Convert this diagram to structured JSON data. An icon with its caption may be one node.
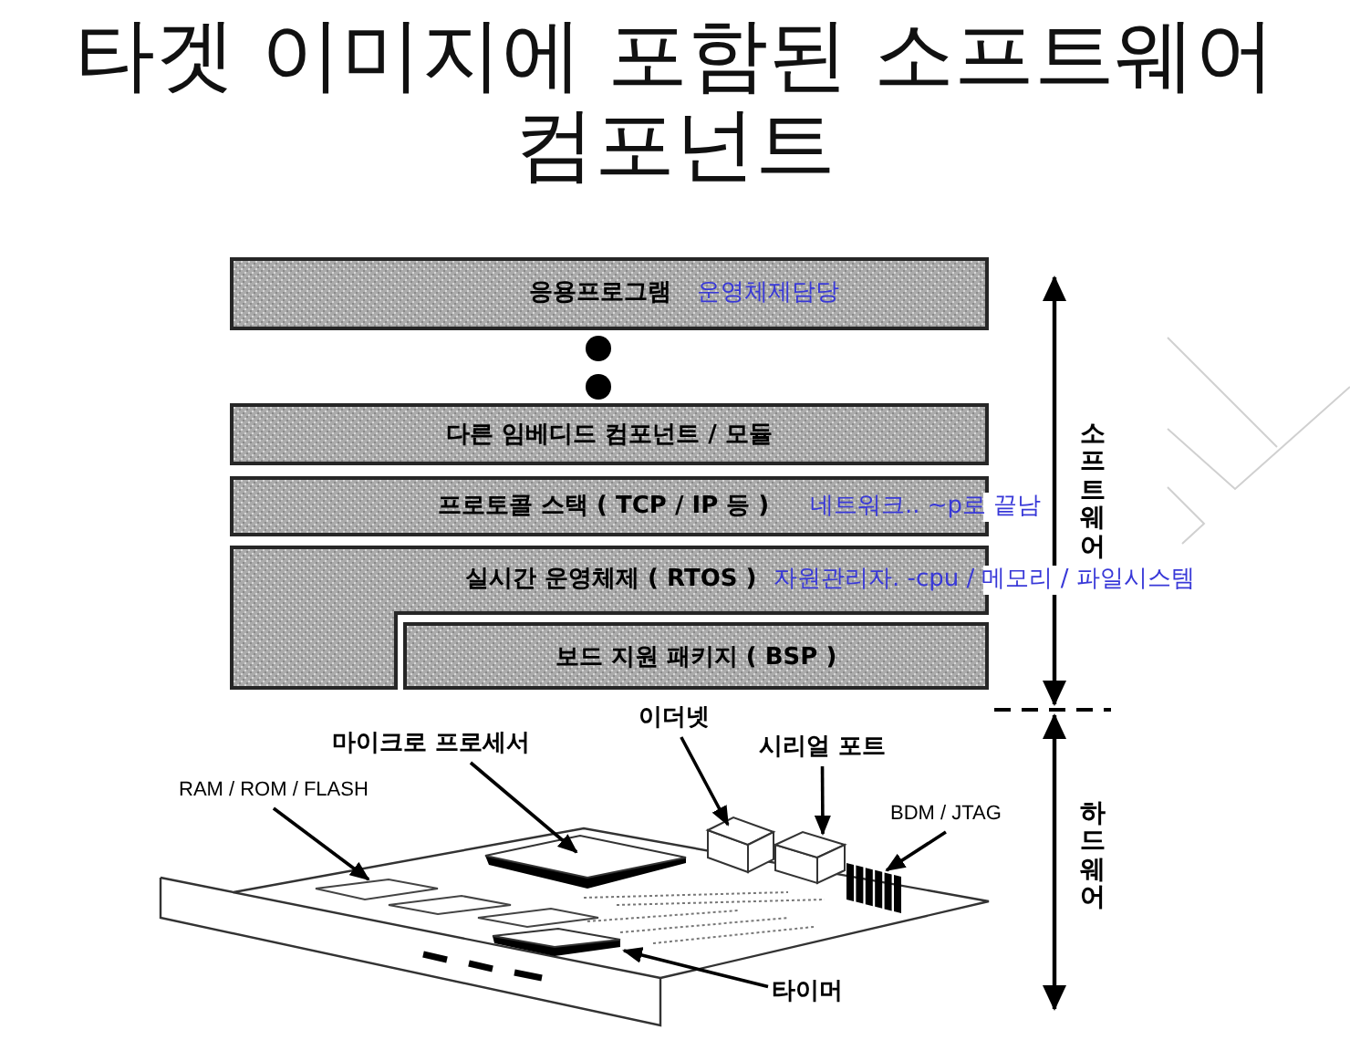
{
  "diagram": {
    "title": "타겟 이미지에 포함된 소프트웨어 컴포넌트",
    "nodes": [
      {
        "text": [
          "응용프로그램",
          "운영체제담당"
        ]
      },
      {
        "text": [
          "다른 임베디드 컴포넌트 / 모듈"
        ]
      },
      {
        "text": [
          "프로토콜 스택 ( TCP / IP 등 )",
          "네트워크.. ~p로 끝남"
        ]
      },
      {
        "text": [
          "실시간 운영체제 ( RTOS )",
          "자원관리자. -cpu / 메모리 / 파일시스템"
        ]
      },
      {
        "text": [
          "보드 지원 패키지 ( BSP )"
        ]
      },
      {
        "text": [
          "이더넷"
        ]
      },
      {
        "text": [
          "마이크로 프로세서"
        ]
      },
      {
        "text": [
          "시리얼 포트"
        ]
      },
      {
        "text": [
          "RAM / ROM / FLASH"
        ]
      },
      {
        "text": [
          "BDM / JTAG"
        ]
      },
      {
        "text": [
          "타이머"
        ]
      }
    ],
    "edges": [
      {
        "from": 5,
        "to": null,
        "arrow": "to"
      },
      {
        "from": 6,
        "to": null,
        "arrow": "to"
      },
      {
        "from": 7,
        "to": null,
        "arrow": "to"
      },
      {
        "from": 8,
        "to": null,
        "arrow": "to"
      },
      {
        "from": 9,
        "to": null,
        "arrow": "to"
      },
      {
        "from": 10,
        "to": null,
        "arrow": "to"
      }
    ],
    "labels": [
      "소프트웨어",
      "하드웨어"
    ]
  }
}
